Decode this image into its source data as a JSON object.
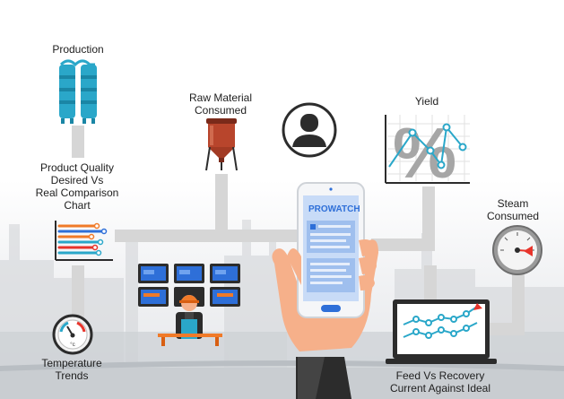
{
  "labels": {
    "production": "Production",
    "raw_material_1": "Raw Material",
    "raw_material_2": "Consumed",
    "yield": "Yield",
    "quality_1": "Product Quality",
    "quality_2": "Desired Vs",
    "quality_3": "Real Comparison",
    "quality_4": "Chart",
    "steam_1": "Steam",
    "steam_2": "Consumed",
    "temperature_1": "Temperature",
    "temperature_2": "Trends",
    "feed_1": "Feed Vs Recovery",
    "feed_2": "Current Against Ideal"
  },
  "phone": {
    "brand": "PROWATCH"
  },
  "thermometer": {
    "unit": "°c"
  },
  "colors": {
    "connector": "#d6d6d6",
    "teal": "#2aa7c9",
    "blue": "#2e6fd8",
    "rust": "#b8452c",
    "orange": "#f07a28",
    "dark": "#2c2c2c",
    "skin": "#f6b08a"
  },
  "icons": [
    "production-tanks-icon",
    "silo-icon",
    "user-avatar-icon",
    "yield-percent-chart-icon",
    "quality-bar-chart-icon",
    "steam-gauge-icon",
    "thermometer-gauge-icon",
    "operator-monitors-icon",
    "laptop-line-chart-icon",
    "phone-in-hand-icon"
  ]
}
